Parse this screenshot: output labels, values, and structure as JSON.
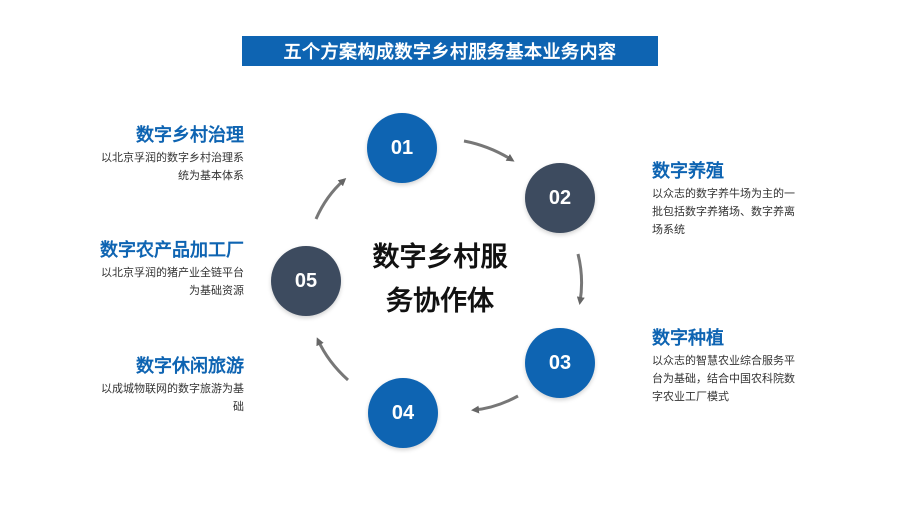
{
  "title": "五个方案构成数字乡村服务基本业务内容",
  "center": {
    "line1": "数字乡村服",
    "line2": "务协作体"
  },
  "nodes": [
    {
      "num": "01",
      "color": "#0e64b2"
    },
    {
      "num": "02",
      "color": "#3d4b5f"
    },
    {
      "num": "03",
      "color": "#0e64b2"
    },
    {
      "num": "04",
      "color": "#0e64b2"
    },
    {
      "num": "05",
      "color": "#3d4b5f"
    }
  ],
  "items": [
    {
      "title": "数字乡村治理",
      "desc": [
        "以北京孚润的数字乡村治理系",
        "统为基本体系"
      ]
    },
    {
      "title": "数字养殖",
      "desc": [
        "以众志的数字养牛场为主的一",
        "批包括数字养猪场、数字养离",
        "场系统"
      ]
    },
    {
      "title": "数字种植",
      "desc": [
        "以众志的智慧农业综合服务平",
        "台为基础，结合中国农科院数",
        "字农业工厂模式"
      ]
    },
    {
      "title": "数字休闲旅游",
      "desc": [
        "以成城物联网的数字旅游为基",
        "础"
      ]
    },
    {
      "title": "数字农产品加工厂",
      "desc": [
        "以北京孚润的猪产业全链平台",
        "为基础资源"
      ]
    }
  ]
}
